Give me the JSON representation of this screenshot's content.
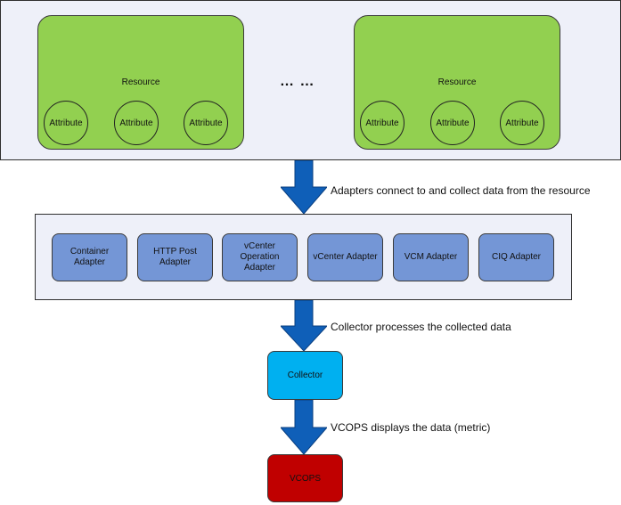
{
  "resources": [
    {
      "title": "Resource",
      "attributes": [
        "Attribute",
        "Attribute",
        "Attribute"
      ]
    },
    {
      "title": "Resource",
      "attributes": [
        "Attribute",
        "Attribute",
        "Attribute"
      ]
    }
  ],
  "ellipsis": "… …",
  "captions": {
    "adapters": "Adapters connect to and collect data from the resource",
    "collector": "Collector processes the collected data",
    "vcops": "VCOPS displays the data (metric)"
  },
  "adapters": [
    "Container Adapter",
    "HTTP Post Adapter",
    "vCenter Operation Adapter",
    "vCenter Adapter",
    "VCM Adapter",
    "CIQ Adapter"
  ],
  "collector": {
    "label": "Collector"
  },
  "vcops": {
    "label": "VCOPS"
  },
  "colors": {
    "resource_fill": "#92d050",
    "container_fill": "#eef0f9",
    "adapter_fill": "#7496d6",
    "collector_fill": "#00b0f0",
    "vcops_fill": "#c00000",
    "arrow_fill": "#0f5fb8"
  }
}
